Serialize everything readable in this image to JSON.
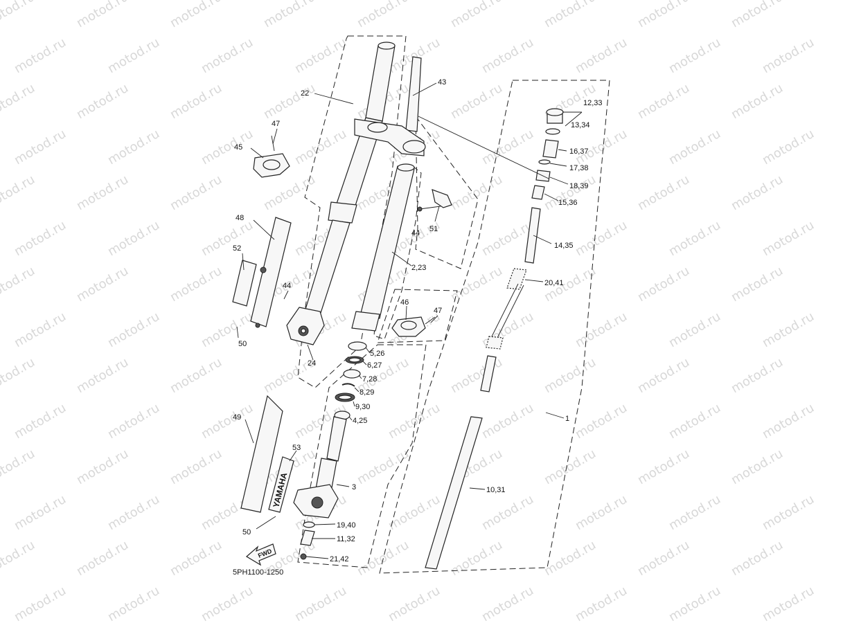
{
  "watermark": "motod.ru",
  "diagram_code": "5PH1100-1250",
  "fwd_arrow": "FWD",
  "fender_brand": "YAMAHA",
  "labels": {
    "p22": "22",
    "p43": "43",
    "p47a": "47",
    "p45": "45",
    "p12_33": "12,33",
    "p13_34": "13,34",
    "p16_37": "16,37",
    "p17_38": "17,38",
    "p18_39": "18,39",
    "p15_36": "15,36",
    "p44a": "44",
    "p51": "51",
    "p48": "48",
    "p14_35": "14,35",
    "p52": "52",
    "p2_23": "2,23",
    "p20_41": "20,41",
    "p44b": "44",
    "p46": "46",
    "p47b": "47",
    "p50a": "50",
    "p24": "24",
    "p5_26": "5,26",
    "p6_27": "6,27",
    "p7_28": "7,28",
    "p8_29": "8,29",
    "p9_30": "9,30",
    "p4_25": "4,25",
    "p1": "1",
    "p49": "49",
    "p53": "53",
    "p3": "3",
    "p10_31": "10,31",
    "p19_40": "19,40",
    "p50b": "50",
    "p11_32": "11,32",
    "p21_42": "21,42"
  }
}
